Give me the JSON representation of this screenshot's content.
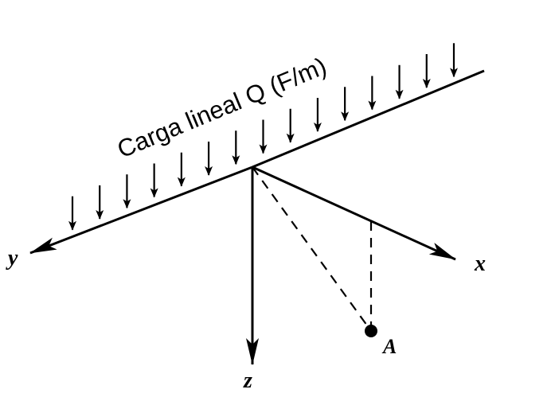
{
  "load_label": "Carga lineal Q (F/m)",
  "axes": {
    "x": "x",
    "y": "y",
    "z": "z"
  },
  "point_label": "A",
  "load_arrow_count": 15,
  "colors": {
    "ink": "#000000",
    "background": "#ffffff"
  }
}
